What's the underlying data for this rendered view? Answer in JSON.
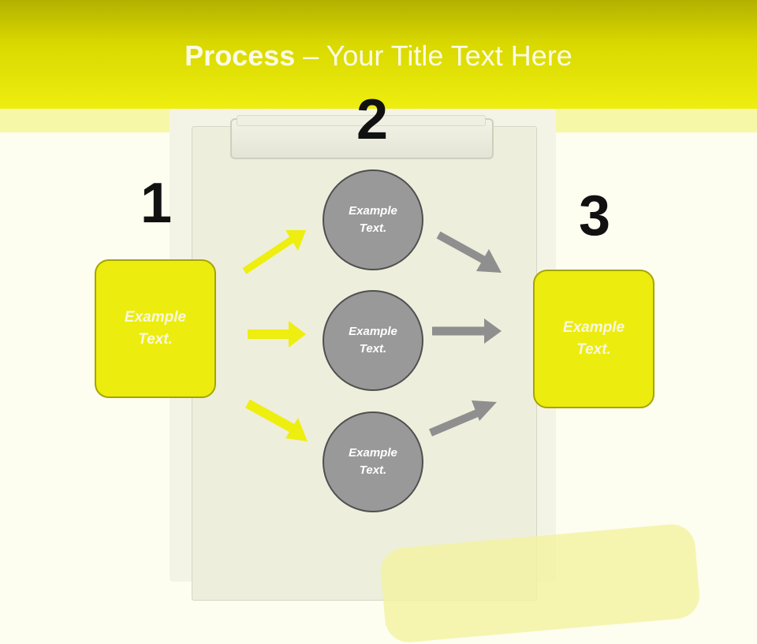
{
  "slide": {
    "title_bold": "Process",
    "title_rest": " – Your Title Text Here"
  },
  "steps": {
    "one": {
      "number": "1",
      "text": "Example\nText."
    },
    "two": {
      "number": "2",
      "items": [
        "Example\nText.",
        "Example\nText.",
        "Example\nText."
      ]
    },
    "three": {
      "number": "3",
      "text": "Example\nText."
    }
  },
  "colors": {
    "accent": "#ecec0f",
    "accent_border": "#a5a500",
    "circle": "#999999",
    "arrow_gray": "#8f8f8f"
  }
}
